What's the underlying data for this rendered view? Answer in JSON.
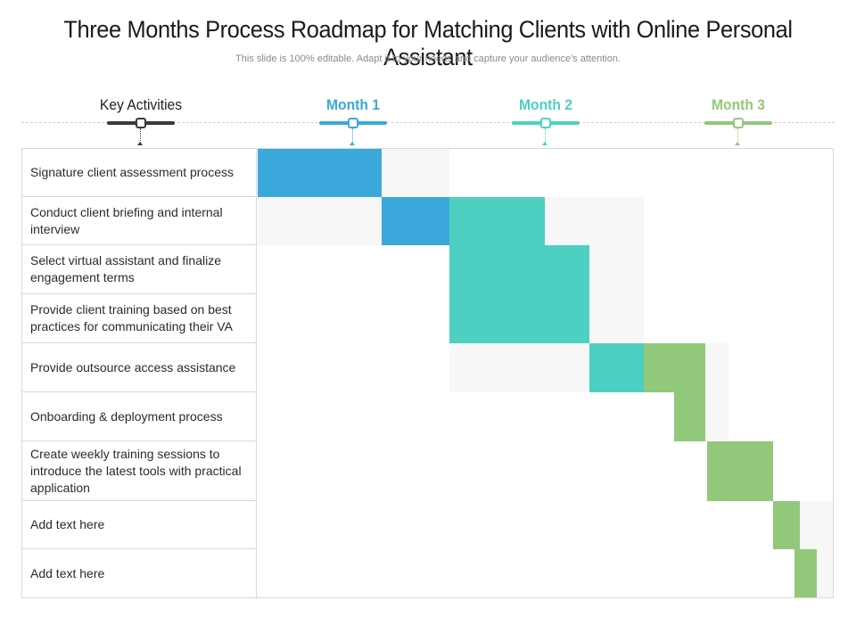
{
  "title": "Three Months Process Roadmap for Matching Clients with Online Personal Assistant",
  "subtitle": "This slide is 100% editable. Adapt it to your needs and capture your audience's attention.",
  "headers": {
    "key_activities": "Key Activities",
    "month1": "Month 1",
    "month2": "Month 2",
    "month3": "Month 3"
  },
  "colors": {
    "dark": "#3a3a3a",
    "month1": "#3ba8dc",
    "month2": "#4dd0c2",
    "month3": "#92c87a",
    "shade": "#f7f7f7"
  },
  "activities": [
    "Signature client assessment process",
    "Conduct client briefing and internal interview",
    "Select virtual assistant and finalize engagement terms",
    "Provide client training based on best practices for communicating  their VA",
    "Provide outsource access assistance",
    "Onboarding & deployment process",
    "Create weekly training sessions to introduce the latest tools with practical application",
    "Add text here",
    "Add text here"
  ]
}
